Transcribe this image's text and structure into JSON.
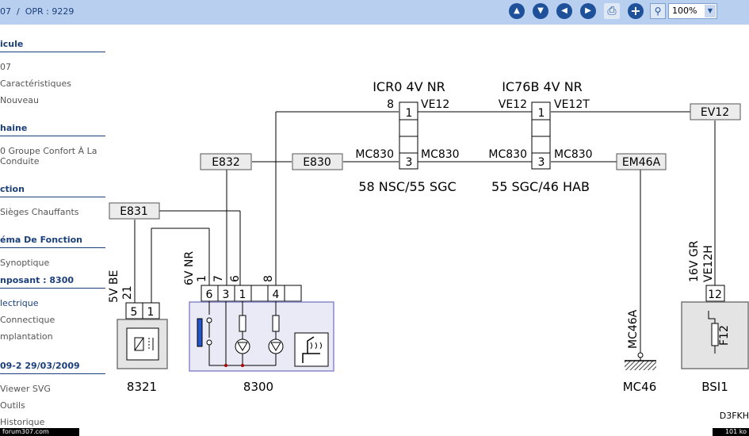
{
  "header": {
    "breadcrumb": "07  /  OPR : 9229",
    "zoom": "100%",
    "icons": [
      "arrow-up-icon",
      "arrow-down-icon",
      "arrow-left-icon",
      "arrow-right-icon",
      "print-icon",
      "plus-icon",
      "zoom-icon"
    ]
  },
  "sidebar": {
    "sections": [
      {
        "title": "icule",
        "items": [
          "07",
          "Caractéristiques",
          "Nouveau"
        ]
      },
      {
        "title": "haine",
        "items": [
          "0 Groupe Confort À La",
          "Conduite"
        ]
      },
      {
        "title": "ction",
        "items": [
          "Sièges Chauffants"
        ]
      },
      {
        "title": "éma De Fonction",
        "items": [
          "Synoptique"
        ]
      },
      {
        "title": "nposant : 8300",
        "items": [
          "lectrique",
          "Connectique",
          "mplantation"
        ]
      },
      {
        "title": "09-2 29/03/2009",
        "items": [
          "Viewer SVG",
          "Outils",
          "Historique"
        ]
      }
    ]
  },
  "diagram": {
    "connectors": {
      "e832": "E832",
      "e830": "E830",
      "e831": "E831",
      "em46a": "EM46A",
      "ev12": "EV12"
    },
    "icr0": {
      "title": "ICR0 4V NR",
      "pin_top": "8",
      "pin1": "1",
      "pin3": "3",
      "wire_top_left": "VE12",
      "wire_mid_left": "MC830",
      "wire_mid_right": "MC830",
      "caption": "58 NSC/55 SGC"
    },
    "ic76b": {
      "title": "IC76B 4V NR",
      "pin1": "1",
      "pin3": "3",
      "wire_top_left": "VE12",
      "wire_top_right": "VE12T",
      "wire_mid_left": "MC830",
      "wire_mid_right": "MC830",
      "caption": "55 SGC/46 HAB"
    },
    "comp8321": {
      "label": "8321",
      "conn_label": "5V BE",
      "pin_a": "5",
      "pin_b": "1",
      "wire_a": "21"
    },
    "comp8300": {
      "label": "8300",
      "conn_label": "6V NR",
      "pins": [
        "6",
        "3",
        "1",
        "4"
      ],
      "wires": [
        "1",
        "7",
        "6",
        "8"
      ]
    },
    "mc46": {
      "label": "MC46",
      "wire": "MC46A"
    },
    "bsi1": {
      "label": "BSI1",
      "conn_label": "16V GR",
      "wire": "VE12H",
      "pin": "12",
      "fuse": "F12"
    },
    "ref_code": "D3FKH"
  },
  "footer": {
    "left": "forum307.com",
    "right": "101 ko"
  }
}
